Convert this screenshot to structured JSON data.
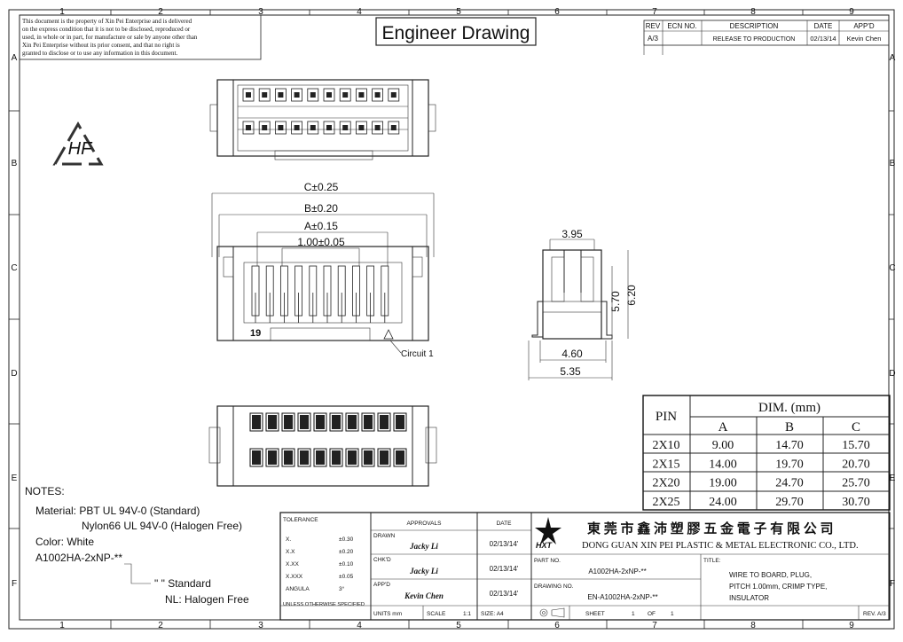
{
  "grid": {
    "columns": [
      "1",
      "2",
      "3",
      "4",
      "5",
      "6",
      "7",
      "8",
      "9"
    ],
    "rows": [
      "A",
      "B",
      "C",
      "D",
      "E",
      "F"
    ]
  },
  "title": "Engineer Drawing",
  "disclaimer": [
    "This document is the property of Xin Pei Enterprise and is delivered",
    "on the express condition that it is not to be disclosed, reproduced or",
    "used, in whole or in part, for manufacture or sale by anyone other than",
    "Xin Pei Enterprise without its prior consent, and that no right is",
    "granted to disclose or to use any information in this document."
  ],
  "revision_table": {
    "headers": [
      "REV",
      "ECN NO.",
      "DESCRIPTION",
      "DATE",
      "APP'D"
    ],
    "rows": [
      [
        "A/3",
        "",
        "RELEASE TO PRODUCTION",
        "02/13/14",
        "Kevin Chen"
      ]
    ]
  },
  "logo_text": "HF",
  "dimensions": {
    "c": "C±0.25",
    "b": "B±0.20",
    "a": "A±0.15",
    "pitch": "1.00±0.05",
    "pin_label": "19",
    "circuit_label": "Circuit 1",
    "side_top": "3.95",
    "side_h1": "5.70",
    "side_h2": "6.20",
    "side_b1": "4.60",
    "side_b2": "5.35"
  },
  "dim_table": {
    "pin_header": "PIN",
    "group_header": "DIM. (mm)",
    "columns": [
      "A",
      "B",
      "C"
    ],
    "rows": [
      [
        "2X10",
        "9.00",
        "14.70",
        "15.70"
      ],
      [
        "2X15",
        "14.00",
        "19.70",
        "20.70"
      ],
      [
        "2X20",
        "19.00",
        "24.70",
        "25.70"
      ],
      [
        "2X25",
        "24.00",
        "29.70",
        "30.70"
      ]
    ]
  },
  "notes": {
    "heading": "NOTES:",
    "material_1": "Material: PBT UL 94V-0 (Standard)",
    "material_2": "Nylon66 UL 94V-0 (Halogen Free)",
    "color": "Color: White",
    "part": "A1002HA-2xNP-**",
    "standard": "\"    \" Standard",
    "halogen": "NL: Halogen Free"
  },
  "title_block": {
    "tolerance_label": "TOLERANCE",
    "tolerances": [
      [
        "X.",
        "±0.30"
      ],
      [
        "X.X",
        "±0.20"
      ],
      [
        "X.XX",
        "±0.10"
      ],
      [
        "X.XXX",
        "±0.05"
      ],
      [
        "ANGULA",
        "3°"
      ]
    ],
    "unless": "UNLESS OTHERWISE SPECIFIED",
    "approvals_label": "APPROVALS",
    "date_label": "DATE",
    "drawn_label": "DRAWN",
    "drawn_name": "Jacky Li",
    "drawn_date": "02/13/14'",
    "chkd_label": "CHK'D",
    "chkd_name": "Jacky Li",
    "chkd_date": "02/13/14'",
    "appd_label": "APP'D",
    "appd_name": "Kevin Chen",
    "appd_date": "02/13/14'",
    "units": "UNITS mm",
    "scale_label": "SCALE",
    "scale": "1:1",
    "size": "SIZE: A4",
    "sheet_label": "SHEET",
    "sheet": "1",
    "of_label": "OF",
    "sheets": "1",
    "company_cn": "東 莞 市 鑫 沛 塑 膠 五 金 電 子 有 限 公 司",
    "company_en": "DONG GUAN XIN PEI PLASTIC & METAL ELECTRONIC CO., LTD.",
    "company_logo": "HXT",
    "part_no_label": "PART NO.",
    "part_no": "A1002HA-2xNP-**",
    "drawing_no_label": "DRAWING NO.",
    "drawing_no": "EN-A1002HA-2xNP-**",
    "title_label": "TITLE:",
    "title_lines": [
      "WIRE TO BOARD, PLUG,",
      "PITCH 1.00mm, CRIMP TYPE,",
      "INSULATOR"
    ],
    "rev": "REV. A/3"
  }
}
